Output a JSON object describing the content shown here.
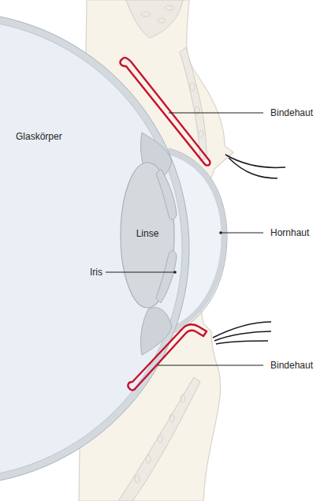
{
  "diagram": {
    "labels": [
      "Bindehaut",
      "Glaskörper",
      "Linse",
      "Hornhaut",
      "Iris",
      "Bindehaut"
    ]
  }
}
